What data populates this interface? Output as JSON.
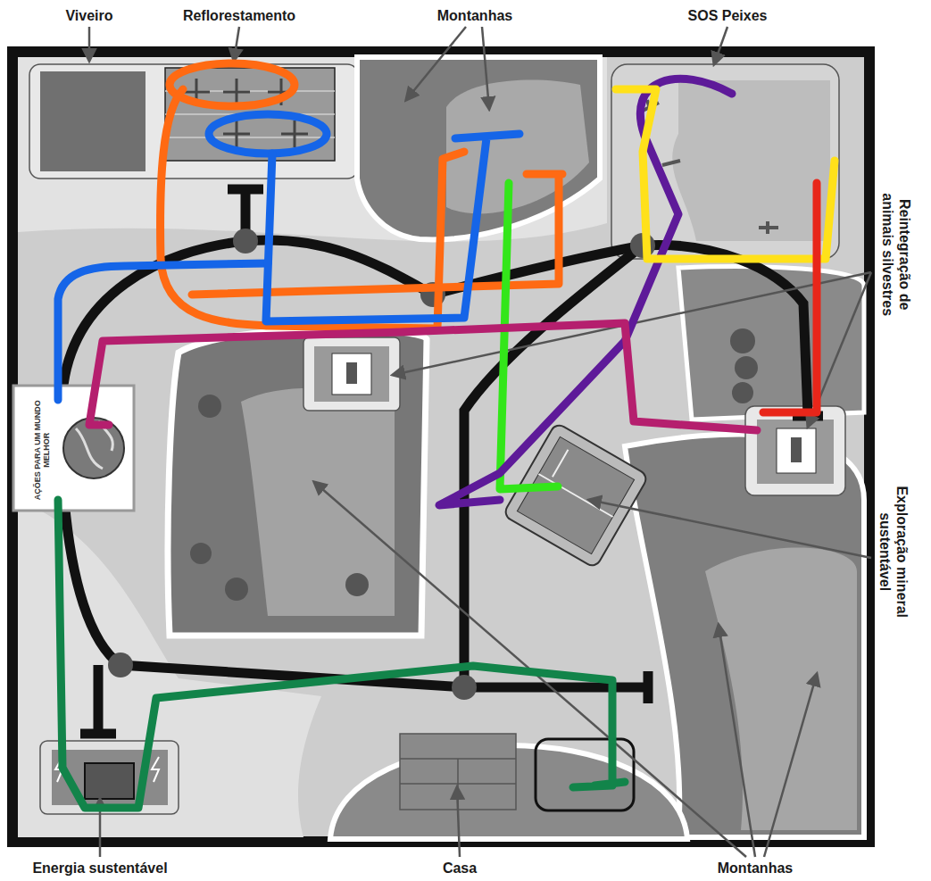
{
  "diagram": {
    "nodes": [
      {
        "text": [
          "AÇÕES PARA UM MUNDO MELHOR"
        ]
      }
    ],
    "labels": [
      "Viveiro",
      "Reflorestamento",
      "Montanhas",
      "SOS Peixes",
      "Reintegração de animais silvestres",
      "Exploração mineral sustentável",
      "Energia sustentável",
      "Casa",
      "Montanhas"
    ]
  }
}
